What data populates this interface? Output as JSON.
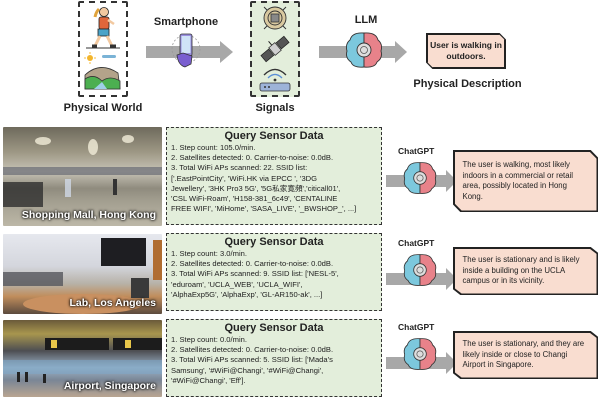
{
  "pipeline": {
    "physical_world_label": "Physical World",
    "smartphone_label": "Smartphone",
    "signals_label": "Signals",
    "llm_label": "LLM",
    "description_text": "User is walking in outdoors.",
    "physical_description_label": "Physical Description"
  },
  "colors": {
    "signal_box_bg": "#e3eedb",
    "answer_bg": "#f9ddd0",
    "arrow_gray": "#a8a8a8",
    "brain_blue": "#7cc8dd",
    "brain_red": "#e8828a"
  },
  "examples": [
    {
      "location": "Shopping Mall, Hong Kong",
      "query_title": "Query Sensor Data",
      "lines": [
        "1. Step count: 105.0/min.",
        "2. Satellites detected: 0. Carrier-to-noise: 0.0dB.",
        "3. Total WiFi APs scanned: 22. SSID list:",
        "['.EastPointCity', 'WiFi.HK via EPCC ', '3DG",
        "Jewellery', '3HK Pro3 5G', '5G私家寛頻','citicall01',",
        "'CSL WiFi-Roam', 'H158-381_6c49', 'CENTALINE",
        "FREE WIFI', 'MiHome', 'SASA_LIVE', '_BWSHOP_', ...]"
      ],
      "model_label": "ChatGPT",
      "answer": "The user is walking, most likely indoors in a commercial or retail area, possibly located in Hong Kong."
    },
    {
      "location": "Lab, Los Angeles",
      "query_title": "Query Sensor Data",
      "lines": [
        "1. Step count: 3.0/min.",
        "2. Satellites detected: 0. Carrier-to-noise: 0.0dB.",
        "3. Total WiFi APs scanned: 9. SSID list: ['NESL-5',",
        "'eduroam', 'UCLA_WEB', 'UCLA_WIFI',",
        "'AlphaExp5G', 'AlphaExp', 'GL-AR150-ak', ...]"
      ],
      "model_label": "ChatGPT",
      "answer": "The user is stationary and is likely inside a building on the UCLA campus or in its vicinity."
    },
    {
      "location": "Airport, Singapore",
      "query_title": "Query Sensor Data",
      "lines": [
        "1. Step count: 0.0/min.",
        "2. Satellites detected: 0. Carrier-to-noise: 0.0dB.",
        "3. Total WiFi APs scanned: 5. SSID list: ['Mada's",
        "Samsung', '#WiFi@Changi', '#WiFi@Changi',",
        "'#WiFi@Changi', 'Eff']."
      ],
      "model_label": "ChatGPT",
      "answer": "The user is stationary, and they are likely inside or close to Changi Airport in Singapore."
    }
  ]
}
